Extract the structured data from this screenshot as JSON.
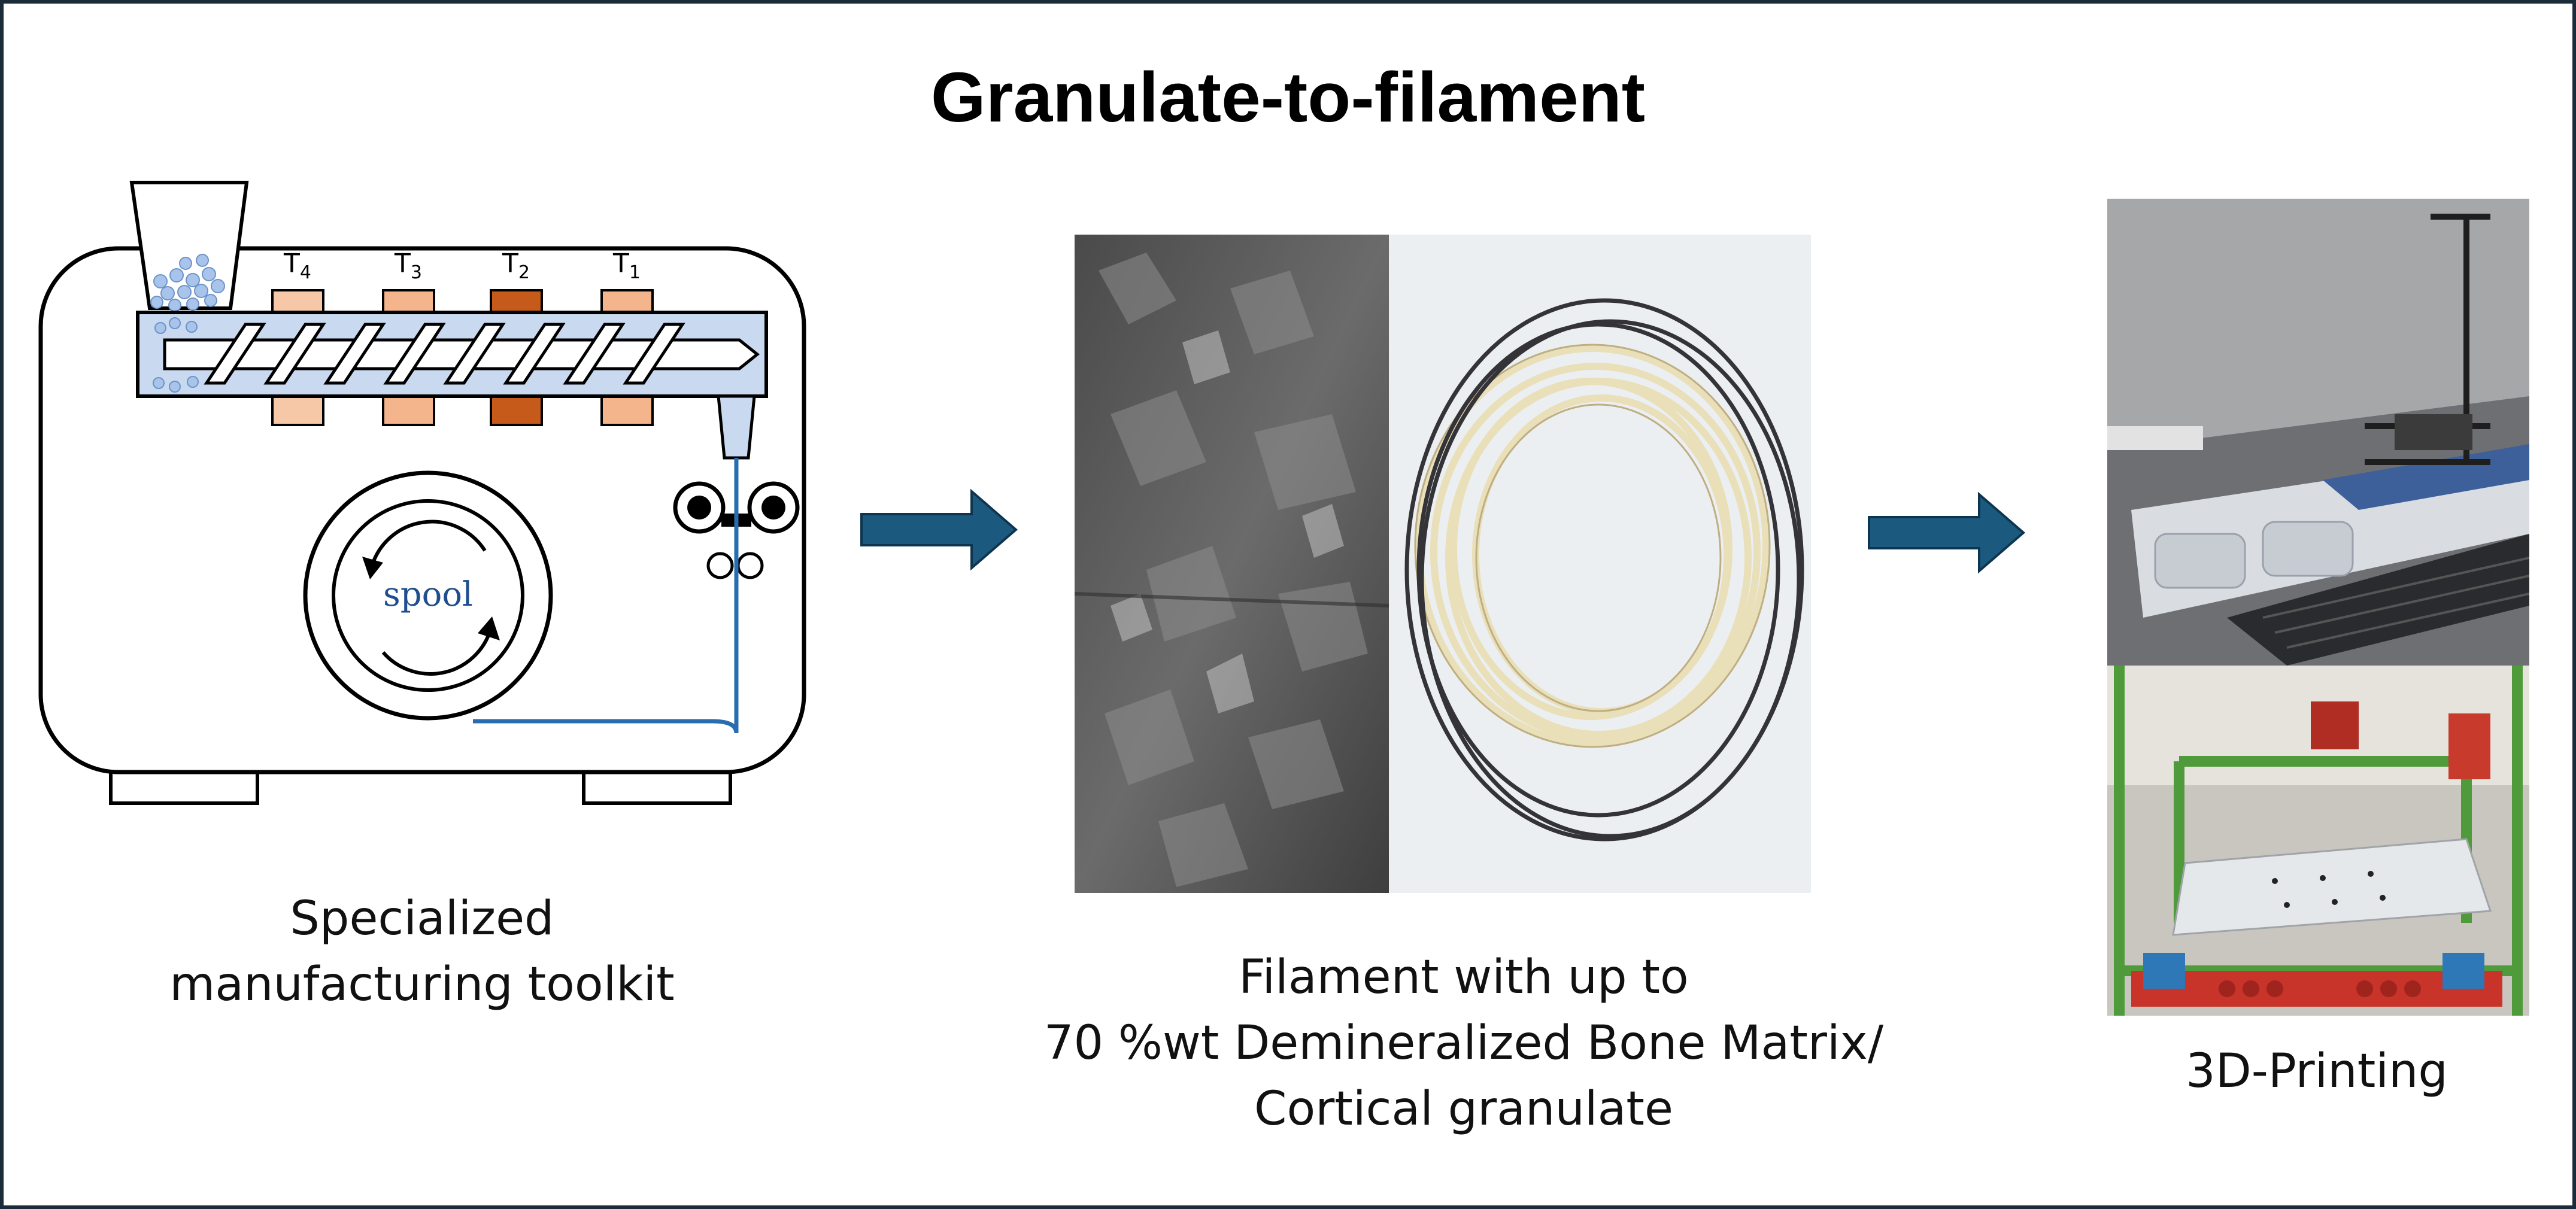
{
  "title": "Granulate-to-filament",
  "extruder": {
    "heaters": [
      "T4",
      "T3",
      "T2",
      "T1"
    ],
    "spool_label": "spool",
    "caption_lines": [
      "Specialized",
      "manufacturing toolkit"
    ]
  },
  "filament": {
    "caption_lines": [
      "Filament with up to",
      "70 %wt Demineralized Bone Matrix/",
      "Cortical granulate"
    ]
  },
  "printing": {
    "caption_lines": [
      "3D-Printing"
    ]
  },
  "colors": {
    "arrow": "#1b5a7e",
    "barrel": "#c9d9f0",
    "heater_light": "#f6c8a8",
    "heater_dark": "#c65a1a",
    "filament_line": "#2a6cb0",
    "spool_text": "#1f4f8f"
  }
}
